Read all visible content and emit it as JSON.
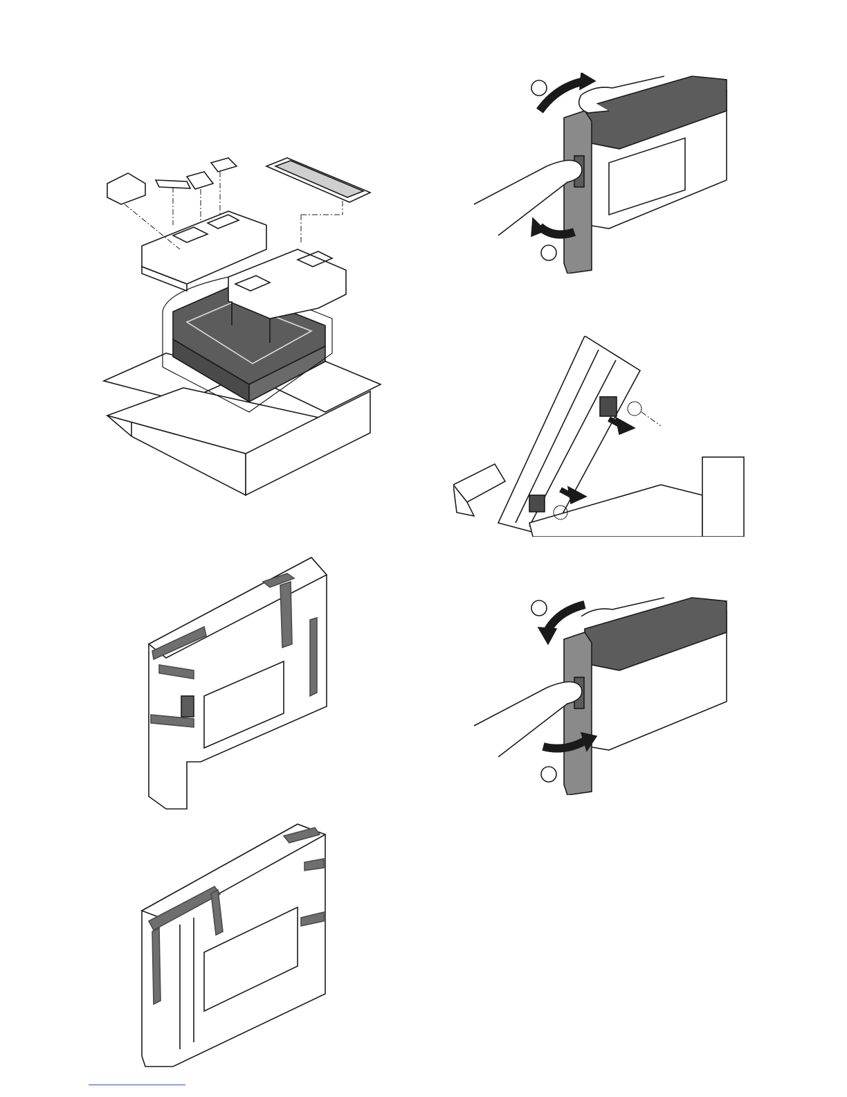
{
  "page": {
    "type": "installation-manual-illustration-page",
    "printed_text": []
  },
  "figures": [
    {
      "id": "unpacking",
      "icon": "box-with-packing-materials"
    },
    {
      "id": "open-cover",
      "icon": "hands-open-side-cover",
      "markers": [
        "",
        ""
      ]
    },
    {
      "id": "remove-fixing-parts",
      "icon": "remove-fixing-parts-arrows"
    },
    {
      "id": "close-cover",
      "icon": "hands-close-side-cover",
      "markers": [
        "",
        ""
      ]
    },
    {
      "id": "tape-front",
      "icon": "unit-with-tape"
    },
    {
      "id": "tape-rear",
      "icon": "unit-rear-with-tape"
    }
  ],
  "colors": {
    "line": "#1a1a1a",
    "fill_dark": "#5c5c5c",
    "fill_mid": "#8a8a8a",
    "tape": "#6f6f6f",
    "footer_rule": "#1f4fd1"
  }
}
